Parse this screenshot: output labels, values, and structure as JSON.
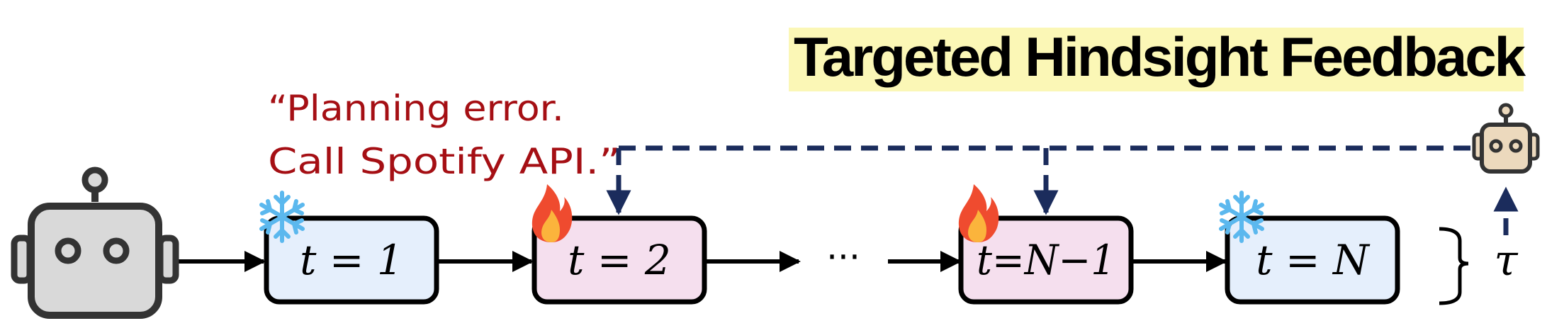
{
  "title": "Targeted Hindsight Feedback",
  "feedback_quote": {
    "line1": "“Planning error.",
    "line2": "Call Spotify API.”"
  },
  "steps": [
    {
      "label": "t = 1",
      "state": "frozen",
      "fill": "#e5effc"
    },
    {
      "label": "t = 2",
      "state": "trainable",
      "fill": "#f5dfee"
    },
    {
      "label": "t=N−1",
      "state": "trainable",
      "fill": "#f5dfee"
    },
    {
      "label": "t = N",
      "state": "frozen",
      "fill": "#e5effc"
    }
  ],
  "ellipsis": "···",
  "trajectory_symbol": "τ",
  "colors": {
    "title_highlight": "#fbf7b6",
    "quote_text": "#a50f14",
    "feedback_arrow": "#1b2c5c",
    "box_stroke": "#000000",
    "agent_body": "#d9d9d9",
    "critic_body": "#ecd9bd",
    "snowflake": "#5bb8ee",
    "flame_outer": "#ef4b2f",
    "flame_inner": "#fbb43c"
  },
  "icons": [
    "agent-robot-icon",
    "critic-robot-icon",
    "snowflake-icon",
    "flame-icon"
  ]
}
